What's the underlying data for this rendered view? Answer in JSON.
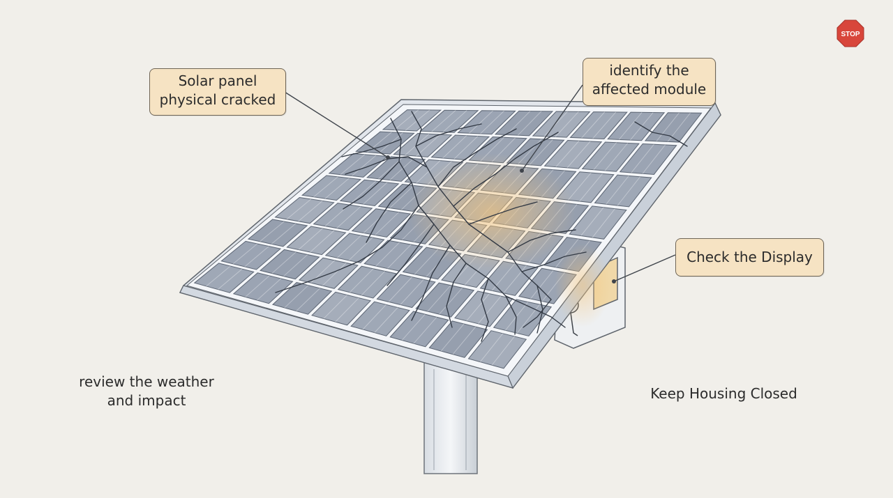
{
  "callouts": {
    "cracked": {
      "line1": "Solar panel",
      "line2": "physical cracked"
    },
    "module": {
      "line1": "identify the",
      "line2": "affected module"
    },
    "display": {
      "text": "Check the Display"
    }
  },
  "notes": {
    "weather": {
      "line1": "review the weather",
      "line2": "and impact"
    },
    "housing": {
      "text": "Keep Housing Closed"
    }
  },
  "stop_sign": {
    "text": "STOP",
    "color": "#d8463b"
  },
  "colors": {
    "cell": "#8e98a8",
    "frame": "#e4e8ee",
    "callout_fill": "#f6e3c3",
    "glow": "#f4c47a",
    "crack": "#333a45"
  }
}
